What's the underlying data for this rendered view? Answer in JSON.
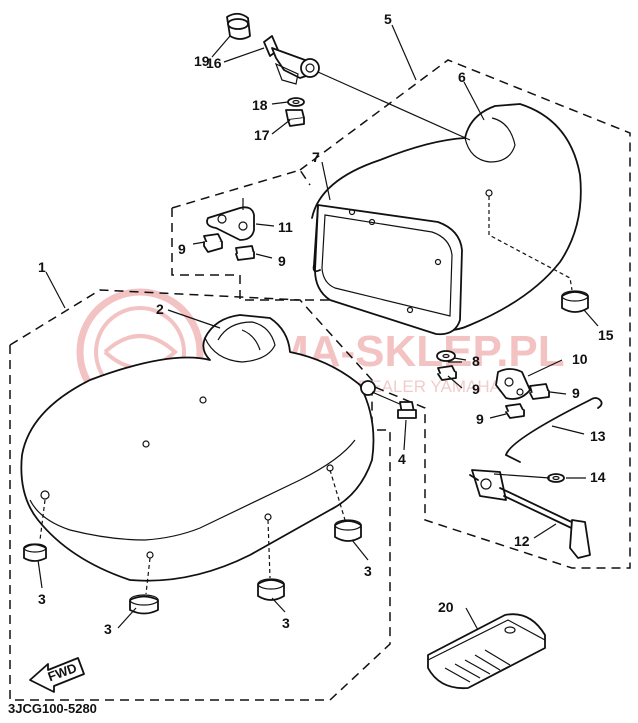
{
  "parts": [
    {
      "id": "p1",
      "label": "1"
    },
    {
      "id": "p2",
      "label": "2"
    },
    {
      "id": "p3a",
      "label": "3"
    },
    {
      "id": "p3b",
      "label": "3"
    },
    {
      "id": "p3c",
      "label": "3"
    },
    {
      "id": "p3d",
      "label": "3"
    },
    {
      "id": "p4",
      "label": "4"
    },
    {
      "id": "p5",
      "label": "5"
    },
    {
      "id": "p6",
      "label": "6"
    },
    {
      "id": "p7",
      "label": "7"
    },
    {
      "id": "p8",
      "label": "8"
    },
    {
      "id": "p9a",
      "label": "9"
    },
    {
      "id": "p9b",
      "label": "9"
    },
    {
      "id": "p9c",
      "label": "9"
    },
    {
      "id": "p9d",
      "label": "9"
    },
    {
      "id": "p9e",
      "label": "9"
    },
    {
      "id": "p10",
      "label": "10"
    },
    {
      "id": "p11",
      "label": "11"
    },
    {
      "id": "p12",
      "label": "12"
    },
    {
      "id": "p13",
      "label": "13"
    },
    {
      "id": "p14",
      "label": "14"
    },
    {
      "id": "p15",
      "label": "15"
    },
    {
      "id": "p16",
      "label": "16"
    },
    {
      "id": "p17",
      "label": "17"
    },
    {
      "id": "p18",
      "label": "18"
    },
    {
      "id": "p19",
      "label": "19"
    },
    {
      "id": "p20",
      "label": "20"
    }
  ],
  "diagram_code": "3JCG100-5280",
  "fwd_label": "FWD",
  "watermark": {
    "main": "YAMA-SKLEP.PL",
    "sub": "WOJCIECHOWICE DEALER YAMAHA"
  },
  "colors": {
    "ink": "#111111",
    "watermark": "#f2b8b8",
    "background": "#ffffff"
  }
}
